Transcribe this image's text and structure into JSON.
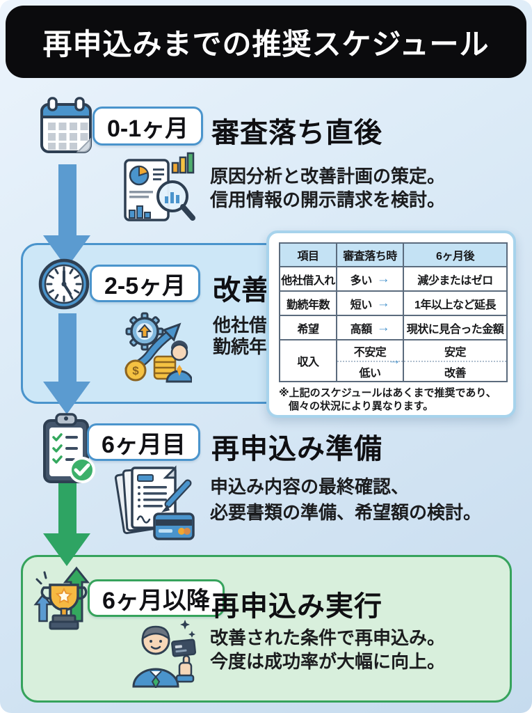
{
  "header": {
    "title": "再申込みまでの推奨スケジュール"
  },
  "steps": [
    {
      "badge": "0-1ヶ月",
      "title": "審査落ち直後",
      "desc1": "原因分析と改善計画の策定。",
      "desc2": "信用情報の開示請求を検討。",
      "icon": "calendar-icon"
    },
    {
      "badge": "2-5ヶ月",
      "title": "改善",
      "desc1": "他社借",
      "desc2": "勤続年",
      "icon": "clock-icon"
    },
    {
      "badge": "6ヶ月目",
      "title": "再申込み準備",
      "desc1": "申込み内容の最終確認、",
      "desc2": "必要書類の準備、希望額の検討。",
      "icon": "clipboard-check-icon"
    },
    {
      "badge": "6ヶ月以降",
      "title": "再申込み実行",
      "desc1": "改善された条件で再申込み。",
      "desc2": "今度は成功率が大幅に向上。",
      "icon": "trophy-arrows-icon"
    }
  ],
  "table": {
    "headers": [
      "項目",
      "審査落ち時",
      "6ヶ月後"
    ],
    "arrow": "→",
    "rows": [
      {
        "item": "他社借入れ",
        "before": "多い",
        "after": "減少またはゼロ"
      },
      {
        "item": "勤続年数",
        "before": "短い",
        "after": "1年以上など延長"
      },
      {
        "item": "希望",
        "before": "高額",
        "after": "現状に見合った金額"
      }
    ],
    "split_row": {
      "item": "収入",
      "before_top": "不安定",
      "before_bottom": "低い",
      "after_top": "安定",
      "after_bottom": "改善"
    },
    "note1": "※上記のスケジュールはあくまで推奨であり、",
    "note2": "個々の状況により異なります。"
  },
  "icons": [
    "calendar-icon",
    "analysis-report-icon",
    "clock-icon",
    "growth-improvement-icon",
    "clipboard-check-icon",
    "documents-pen-card-icon",
    "trophy-arrows-icon",
    "person-thumbs-up-icon",
    "right-arrow-icon"
  ],
  "colors": {
    "accent_blue": "#4a94cc",
    "accent_green": "#36a35c",
    "banner_bg": "#0b0b0d",
    "step2_box_bg": "#cde7f7",
    "step4_box_bg": "#d8efdc",
    "table_header_bg": "#c4e2f4"
  }
}
